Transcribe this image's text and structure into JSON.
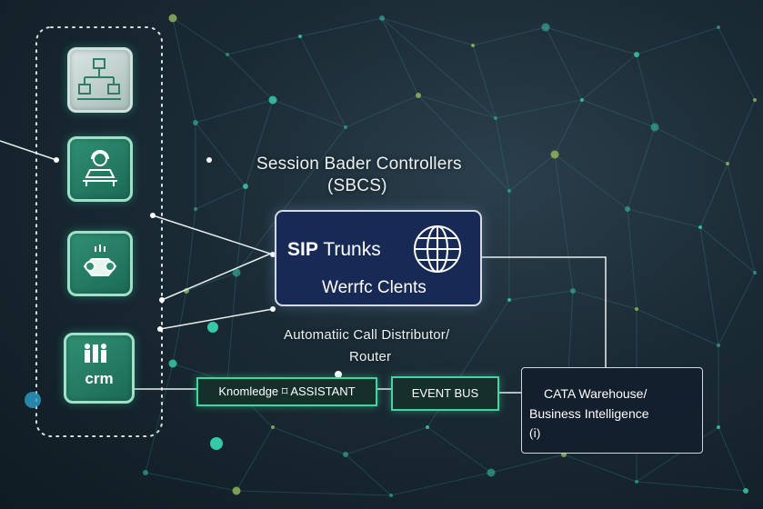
{
  "diagram": {
    "title_line1": "Session Bader Controllers",
    "title_line2": "(SBCS)",
    "sbc_box": {
      "line1_bold": "SIP",
      "line1_rest": " Trunks",
      "line2": "Werrfc Clents",
      "globe_icon": "globe-icon"
    },
    "acd_line1": "Automatiic Call Distributor/",
    "acd_line2": "Router",
    "knowledge_assistant": "Knomledge ⌑ ASSISTANT",
    "event_bus": "EVENT BUS",
    "data_warehouse": {
      "line1": "CATA Warehouse/",
      "line2": "Business Intelligence",
      "line3": "(ⅰ)"
    },
    "app_tiles": [
      {
        "icon": "network-hierarchy-icon"
      },
      {
        "icon": "contact-center-icon"
      },
      {
        "icon": "handshake-icon"
      },
      {
        "icon": "crm-icon",
        "label": "crm"
      }
    ],
    "colors": {
      "accent_green": "#3fd6a0",
      "sbc_fill": "#172a56",
      "node_teal": "#36c9a6"
    }
  }
}
